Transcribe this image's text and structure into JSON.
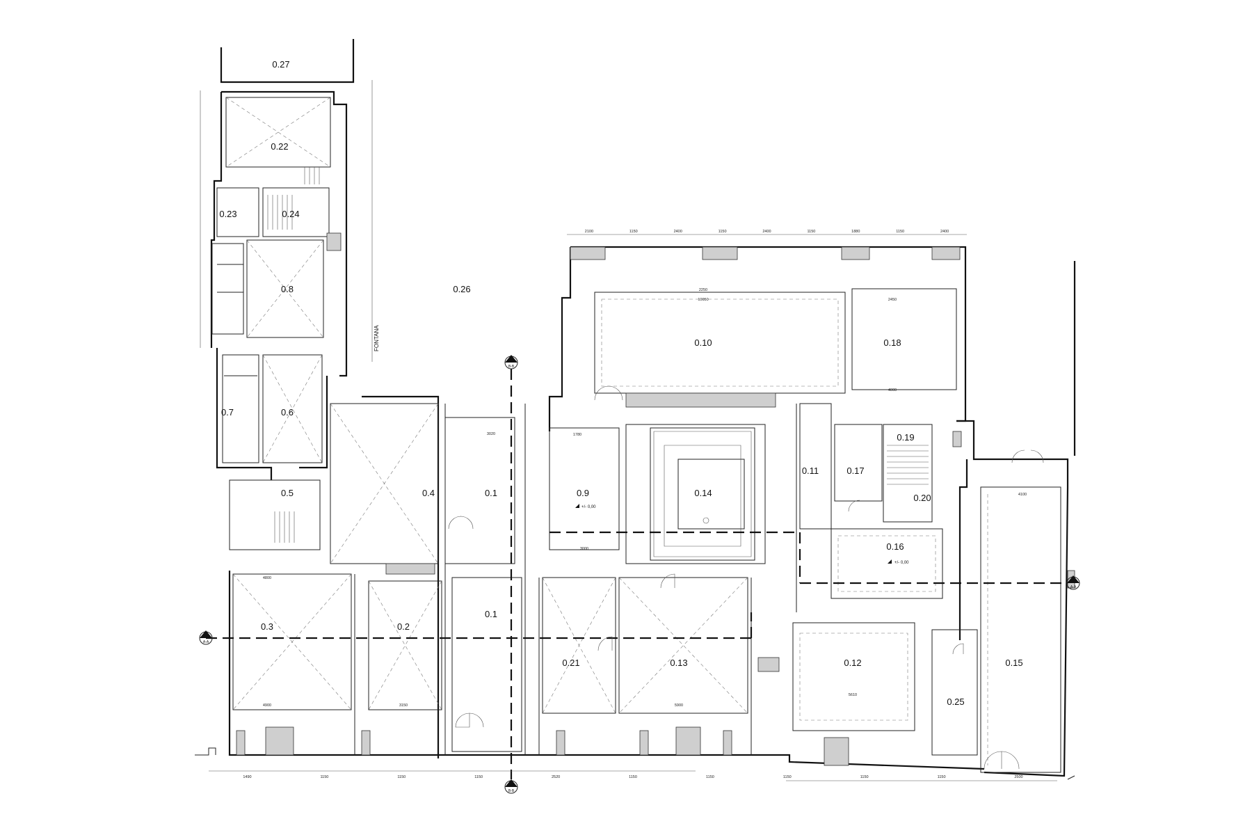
{
  "street_label": "FONTANA",
  "level_label": "+/- 0,00",
  "section_marks": {
    "aa": "A-A",
    "bb": "B-B"
  },
  "rooms": [
    {
      "id": "0.27",
      "label": "0.27"
    },
    {
      "id": "0.22",
      "label": "0.22"
    },
    {
      "id": "0.23",
      "label": "0.23"
    },
    {
      "id": "0.24",
      "label": "0.24"
    },
    {
      "id": "0.8",
      "label": "0.8"
    },
    {
      "id": "0.26",
      "label": "0.26"
    },
    {
      "id": "0.7",
      "label": "0.7"
    },
    {
      "id": "0.6",
      "label": "0.6"
    },
    {
      "id": "0.5",
      "label": "0.5"
    },
    {
      "id": "0.4",
      "label": "0.4"
    },
    {
      "id": "0.1a",
      "label": "0.1"
    },
    {
      "id": "0.9",
      "label": "0.9"
    },
    {
      "id": "0.14",
      "label": "0.14"
    },
    {
      "id": "0.10",
      "label": "0.10"
    },
    {
      "id": "0.18",
      "label": "0.18"
    },
    {
      "id": "0.11",
      "label": "0.11"
    },
    {
      "id": "0.17",
      "label": "0.17"
    },
    {
      "id": "0.19",
      "label": "0.19"
    },
    {
      "id": "0.20",
      "label": "0.20"
    },
    {
      "id": "0.16",
      "label": "0.16"
    },
    {
      "id": "0.3",
      "label": "0.3"
    },
    {
      "id": "0.2",
      "label": "0.2"
    },
    {
      "id": "0.1b",
      "label": "0.1"
    },
    {
      "id": "0.21",
      "label": "0.21"
    },
    {
      "id": "0.13",
      "label": "0.13"
    },
    {
      "id": "0.12",
      "label": "0.12"
    },
    {
      "id": "0.25",
      "label": "0.25"
    },
    {
      "id": "0.15",
      "label": "0.15"
    }
  ],
  "dimensions_top": [
    "2100",
    "1150",
    "2400",
    "1150",
    "2400",
    "1150",
    "1880",
    "1150",
    "2400"
  ],
  "dimensions_bottom": [
    "1490",
    "1150",
    "1150",
    "1150",
    "2520",
    "1150",
    "1150",
    "1150",
    "1150",
    "1150",
    "2500"
  ],
  "dimensions_inner": [
    "10050",
    "5900",
    "4900",
    "3150",
    "4800",
    "2450",
    "3020",
    "3000",
    "5610",
    "4000",
    "2250",
    "1780",
    "4100"
  ]
}
